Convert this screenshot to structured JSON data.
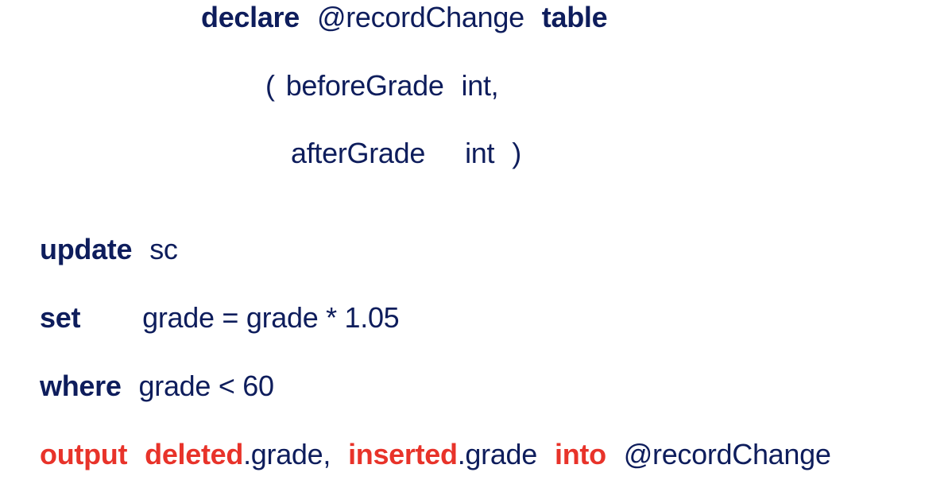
{
  "code": {
    "declare": {
      "keyword": "declare",
      "variable": "@recordChange",
      "type_keyword": "table"
    },
    "before_column": {
      "open_paren": "(",
      "name": "beforeGrade",
      "type": "int,"
    },
    "after_column": {
      "name": "afterGrade",
      "type": "int",
      "close_paren": ")"
    },
    "update": {
      "keyword": "update",
      "table": "sc"
    },
    "set": {
      "keyword": "set",
      "expression": "grade = grade * 1.05"
    },
    "where": {
      "keyword": "where",
      "condition": "grade < 60"
    },
    "output": {
      "keyword": "output",
      "deleted": "deleted",
      "deleted_field": ".grade,",
      "inserted": "inserted",
      "inserted_field": ".grade",
      "into": "into",
      "target": "@recordChange"
    }
  },
  "colors": {
    "keyword_navy": "#0e1d5c",
    "keyword_red": "#e8332a",
    "background": "#ffffff"
  }
}
